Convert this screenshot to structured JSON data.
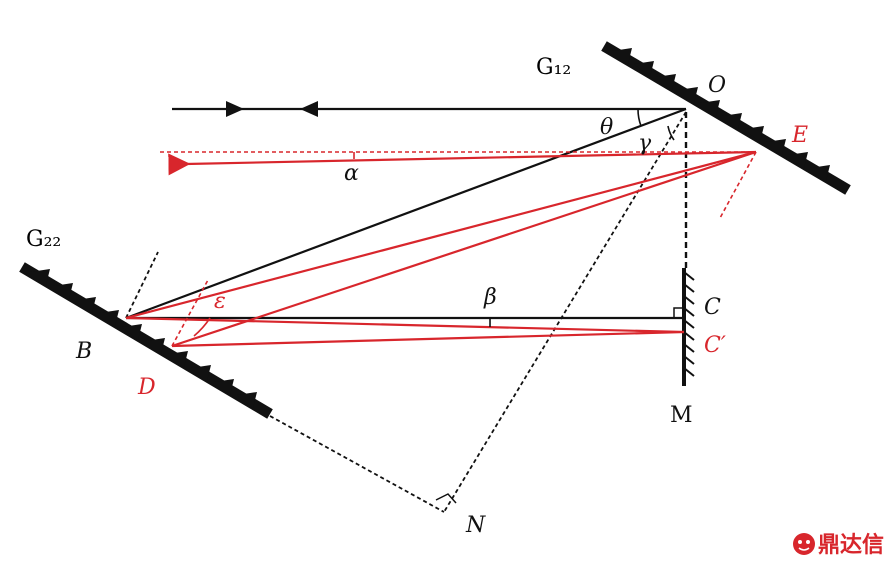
{
  "labels": {
    "G12": "G₁₂",
    "G22": "G₂₂",
    "O": "O",
    "E": "E",
    "B": "B",
    "D": "D",
    "C": "C",
    "C_prime": "C′",
    "M": "M",
    "N": "N",
    "theta": "θ",
    "gamma": "γ",
    "alpha": "α",
    "beta": "β",
    "epsilon": "ε"
  },
  "watermark": {
    "text": "鼎达信"
  },
  "colors": {
    "black": "#111111",
    "red": "#d8262c"
  }
}
